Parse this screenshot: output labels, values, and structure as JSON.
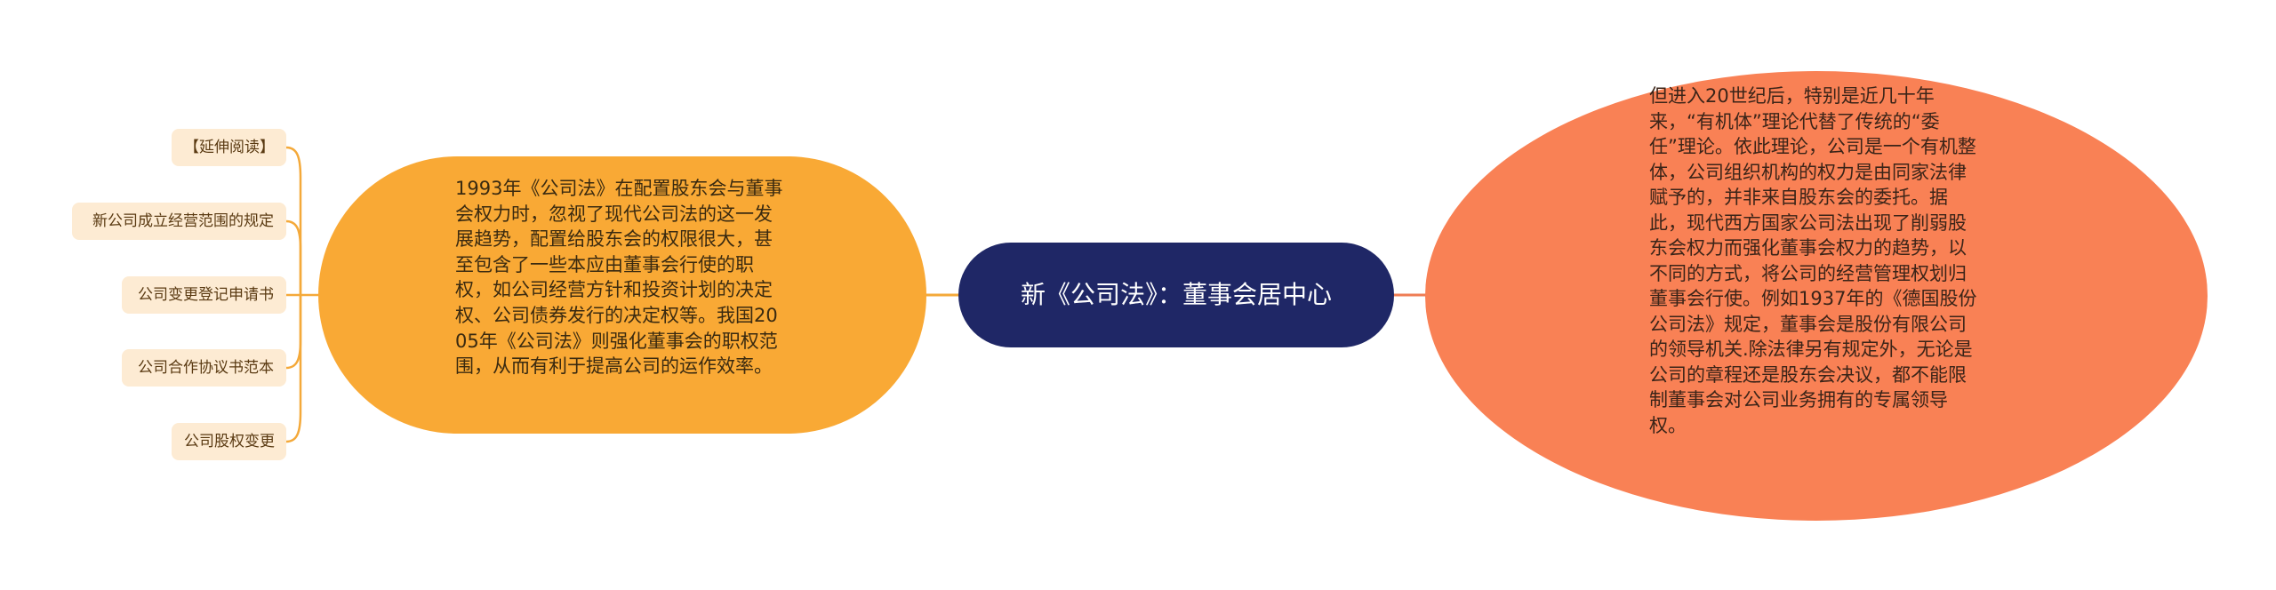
{
  "mindmap": {
    "root": {
      "title": "新《公司法》：董事会居中心",
      "color": "#1f2766",
      "text_color": "#ffffff"
    },
    "left_branch": {
      "text": "1993年《公司法》在配置股东会与董事会权力时，忽视了现代公司法的这一发展趋势，配置给股东会的权限很大，甚至包含了一些本应由董事会行使的职权，如公司经营方针和投资计划的决定权、公司债券发行的决定权等。我国2005年《公司法》则强化董事会的职权范围，从而有利于提高公司的运作效率。",
      "color": "#f9a935",
      "children": [
        {
          "label": "【延伸阅读】"
        },
        {
          "label": "新公司成立经营范围的规定"
        },
        {
          "label": "公司变更登记申请书"
        },
        {
          "label": "公司合作协议书范本"
        },
        {
          "label": "公司股权变更"
        }
      ],
      "child_color": "#fdebd3",
      "link_color": "#f4a93a"
    },
    "right_branch": {
      "text": "但进入20世纪后，特别是近几十年来，“有机体”理论代替了传统的“委任”理论。依此理论，公司是一个有机整体，公司组织机构的权力是由同家法律赋予的，并非来自股东会的委托。据此，现代西方国家公司法出现了削弱股东会权力而强化董事会权力的趋势，以不同的方式，将公司的经营管理权划归董事会行使。例如1937年的《德国股份公司法》规定，董事会是股份有限公司的领导机关.除法律另有规定外，无论是公司的章程还是股东会决议，都不能限制董事会对公司业务拥有的专属领导权。",
      "color": "#f98155",
      "link_color": "#ee7d55"
    }
  }
}
